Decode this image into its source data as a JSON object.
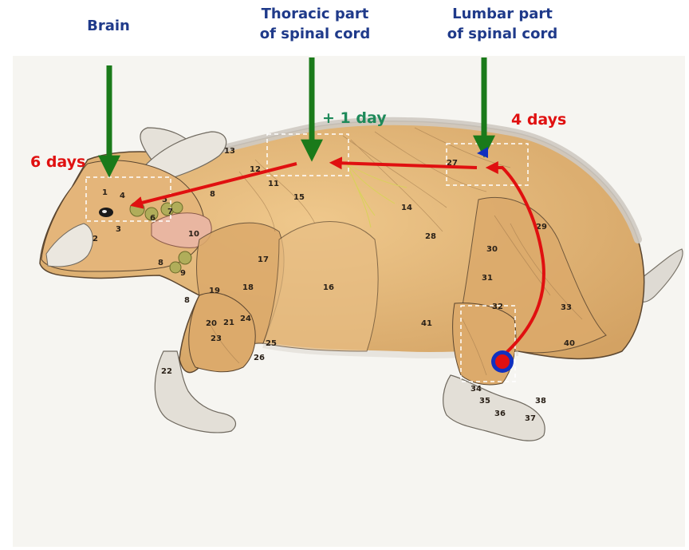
{
  "labels": {
    "brain": "Brain",
    "thoracic": [
      "Thoracic  part",
      "of spinal cord"
    ],
    "lumbar": [
      "Lumbar  part",
      "of spinal cord"
    ]
  },
  "timings": {
    "brain": "6 days",
    "thoracic": "+ 1 day",
    "lumbar": "4 days"
  },
  "colors": {
    "heading": "#1f3a8a",
    "marker_arrow": "#1a7a1a",
    "path_arrow": "#e01010",
    "timing_red": "#e01010",
    "timing_green": "#1f8a5a",
    "injection_site_fill": "#e01010",
    "injection_site_ring": "#1030c0"
  },
  "muscle_numbers": [
    "1",
    "2",
    "3",
    "4",
    "5",
    "6",
    "7",
    "8",
    "8",
    "8",
    "9",
    "10",
    "11",
    "12",
    "13",
    "14",
    "15",
    "16",
    "17",
    "18",
    "19",
    "20",
    "21",
    "22",
    "23",
    "24",
    "25",
    "26",
    "27",
    "28",
    "29",
    "30",
    "31",
    "32",
    "33",
    "34",
    "35",
    "36",
    "37",
    "38",
    "40",
    "41"
  ]
}
